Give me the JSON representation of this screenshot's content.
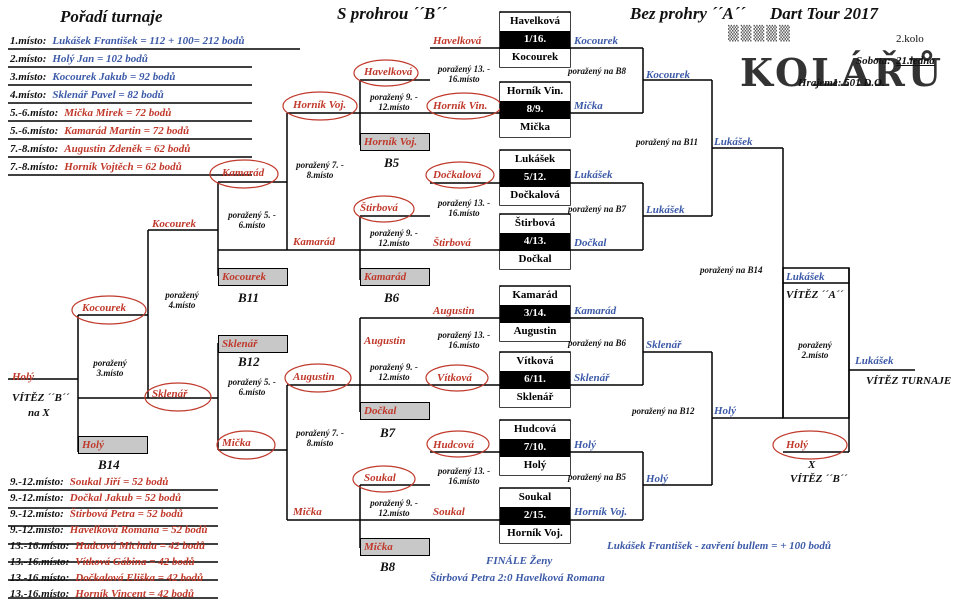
{
  "header": {
    "standings_title": "Pořadí turnaje",
    "losers_title": "S prohrou ´´B´´",
    "winners_title": "Bez prohry ´´A´´",
    "event": "Dart Tour 2017",
    "round": "2.kolo",
    "date_label": "Sobota:",
    "date_value": "21.ledna",
    "game": "Hrajeme: 501 D.O.",
    "logo_text": "KOLÁŘŮ"
  },
  "standings_top": [
    {
      "place": "1.místo:",
      "text": "Lukášek František = 112 + 100= 212 bodů",
      "color": "#3c5aa8"
    },
    {
      "place": "2.místo:",
      "text": "Holý Jan = 102 bodů",
      "color": "#3c5aa8"
    },
    {
      "place": "3.místo:",
      "text": "Kocourek Jakub = 92 bodů",
      "color": "#3c5aa8"
    },
    {
      "place": "4.místo:",
      "text": "Sklenář Pavel = 82 bodů",
      "color": "#3c5aa8"
    },
    {
      "place": "5.-6.místo:",
      "text": "Mička Mirek = 72 bodů",
      "color": "#c0392b"
    },
    {
      "place": "5.-6.místo:",
      "text": "Kamarád Martin = 72 bodů",
      "color": "#c0392b"
    },
    {
      "place": "7.-8.místo:",
      "text": "Augustin Zdeněk = 62 bodů",
      "color": "#c0392b"
    },
    {
      "place": "7.-8.místo:",
      "text": "Horník Vojtěch = 62 bodů",
      "color": "#c0392b"
    }
  ],
  "standings_bottom": [
    {
      "place": "9.-12.místo:",
      "text": "Soukal Jiří = 52 bodů"
    },
    {
      "place": "9.-12.místo:",
      "text": "Dočkal Jakub = 52 bodů"
    },
    {
      "place": "9.-12.místo:",
      "text": "Štirbová Petra = 52 bodů"
    },
    {
      "place": "9.-12.místo:",
      "text": "Havelková Romana = 52 bodů"
    },
    {
      "place": "13.-16.místo:",
      "text": "Hudcová Michala = 42 bodů"
    },
    {
      "place": "13.-16.místo:",
      "text": "Vítková Gábina = 42 bodů"
    },
    {
      "place": "13.-16.místo:",
      "text": "Dočkalová Eliška = 42 bodů"
    },
    {
      "place": "13.-16.místo:",
      "text": "Horník Vincent = 42 bodů"
    }
  ],
  "round1": [
    {
      "top": "Havelková",
      "id": "1/16.",
      "bottom": "Kocourek"
    },
    {
      "top": "Horník Vin.",
      "id": "8/9.",
      "bottom": "Mička"
    },
    {
      "top": "Lukášek",
      "id": "5/12.",
      "bottom": "Dočkalová"
    },
    {
      "top": "Štirbová",
      "id": "4/13.",
      "bottom": "Dočkal"
    },
    {
      "top": "Kamarád",
      "id": "3/14.",
      "bottom": "Augustin"
    },
    {
      "top": "Vítková",
      "id": "6/11.",
      "bottom": "Sklenář"
    },
    {
      "top": "Hudcová",
      "id": "7/10.",
      "bottom": "Holý"
    },
    {
      "top": "Soukal",
      "id": "2/15.",
      "bottom": "Horník Voj."
    }
  ],
  "names": {
    "havelkova": "Havelková",
    "kocourek": "Kocourek",
    "hornik_vin": "Horník Vin.",
    "micka": "Mička",
    "dockalova": "Dočkalová",
    "lukasek": "Lukášek",
    "stirbova": "Štirbová",
    "dockal": "Dočkal",
    "augustin": "Augustin",
    "kamarad": "Kamarád",
    "vitkova": "Vítková",
    "sklenar": "Sklenář",
    "hudcova": "Hudcová",
    "holy": "Holý",
    "soukal": "Soukal",
    "hornik_voj": "Horník Voj."
  },
  "labels": {
    "lost_13_16": "poražený 13. - 16.místo",
    "lost_9_12": "poražený 9. - 12.místo",
    "lost_7_8": "poražený 7. - 8.místo",
    "lost_5_6": "poražený 5. - 6.místo",
    "lost_4": "poražený 4.místo",
    "lost_3": "poražený 3.místo",
    "lost_2": "poražený 2.místo",
    "to_b8": "poražený na B8",
    "to_b7": "poražený na B7",
    "to_b6": "poražený na B6",
    "to_b5": "poražený na B5",
    "to_b11": "poražený na B11",
    "to_b12": "poražený na B12",
    "to_b14": "poražený na B14",
    "b5": "B5",
    "b6": "B6",
    "b7": "B7",
    "b8": "B8",
    "b11": "B11",
    "b12": "B12",
    "b14": "B14",
    "winner_a": "VÍTĚZ ´´A´´",
    "winner_b_left": "VÍTĚZ ´´B´´",
    "na_x": "na X",
    "x": "X",
    "winner_b_right": "VÍTĚZ ´´B´´",
    "winner_tournament": "VÍTĚZ TURNAJE"
  },
  "footer": {
    "bonus": "Lukášek František - zavření bullem = + 100 bodů",
    "final_women_title": "FINÁLE Ženy",
    "final_women_result": "Štirbová Petra  2:0  Havelková Romana"
  },
  "colors": {
    "red": "#c0392b",
    "blue": "#3c5aa8",
    "grey_box": "#c8c8c8"
  }
}
